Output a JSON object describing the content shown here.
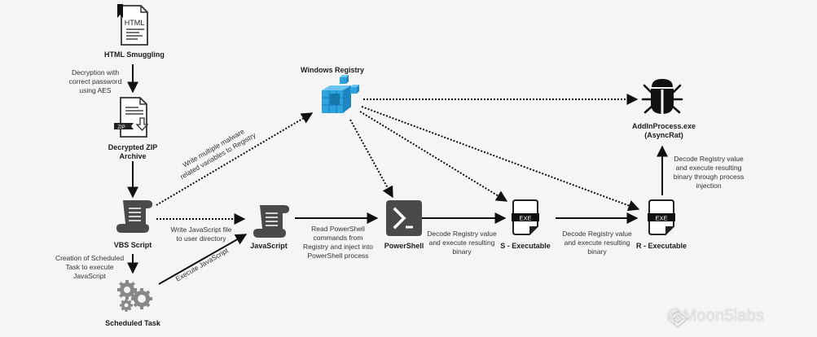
{
  "nodes": {
    "html_smuggling": {
      "label": "HTML Smuggling",
      "icon": "html-document-icon",
      "icon_text": "HTML"
    },
    "zip_archive": {
      "label_line1": "Decrypted ZIP",
      "label_line2": "Archive",
      "icon": "zip-file-icon",
      "icon_text": "ZIP"
    },
    "vbs_script": {
      "label": "VBS Script",
      "icon": "script-scroll-icon"
    },
    "scheduled_task": {
      "label": "Scheduled Task",
      "icon": "gears-icon"
    },
    "javascript": {
      "label": "JavaScript",
      "icon": "script-scroll-icon"
    },
    "windows_registry": {
      "label": "Windows Registry",
      "icon": "registry-cubes-icon"
    },
    "powershell": {
      "label": "PowerShell",
      "icon": "powershell-prompt-icon"
    },
    "s_executable": {
      "label": "S - Executable",
      "icon": "exe-file-icon",
      "icon_text": "EXE"
    },
    "r_executable": {
      "label": "R - Executable",
      "icon": "exe-file-icon",
      "icon_text": "EXE"
    },
    "addinprocess": {
      "label_line1": "AddInProcess.exe",
      "label_line2": "(AsyncRat)",
      "icon": "bug-icon"
    }
  },
  "edges": {
    "html_to_zip": [
      "Decryption with",
      "correct password",
      "using AES"
    ],
    "vbs_to_registry": [
      "Write multiple malware",
      "related variables to Registry"
    ],
    "vbs_to_js": [
      "Write JavaScript file",
      "to user directory"
    ],
    "vbs_to_task": [
      "Creation of Scheduled",
      "Task to execute",
      "JavaScript"
    ],
    "task_to_js": [
      "Execute JavaScript"
    ],
    "js_to_powershell": [
      "Read PowerShell",
      "commands from",
      "Registry and inject into",
      "PowerShell process"
    ],
    "powershell_to_s": [
      "Decode Registry value",
      "and execute resulting",
      "binary"
    ],
    "s_to_r": [
      "Decode Registry value",
      "and execute resulting",
      "binary"
    ],
    "r_to_addin": [
      "Decode Registry value",
      "and execute resulting",
      "binary through process",
      "injection"
    ]
  },
  "watermark": "@Moon5labs",
  "colors": {
    "background": "#f5f5f5",
    "icon_dark": "#4a4a4a",
    "registry_blue": "#2ea3e0",
    "arrow": "#111111"
  }
}
